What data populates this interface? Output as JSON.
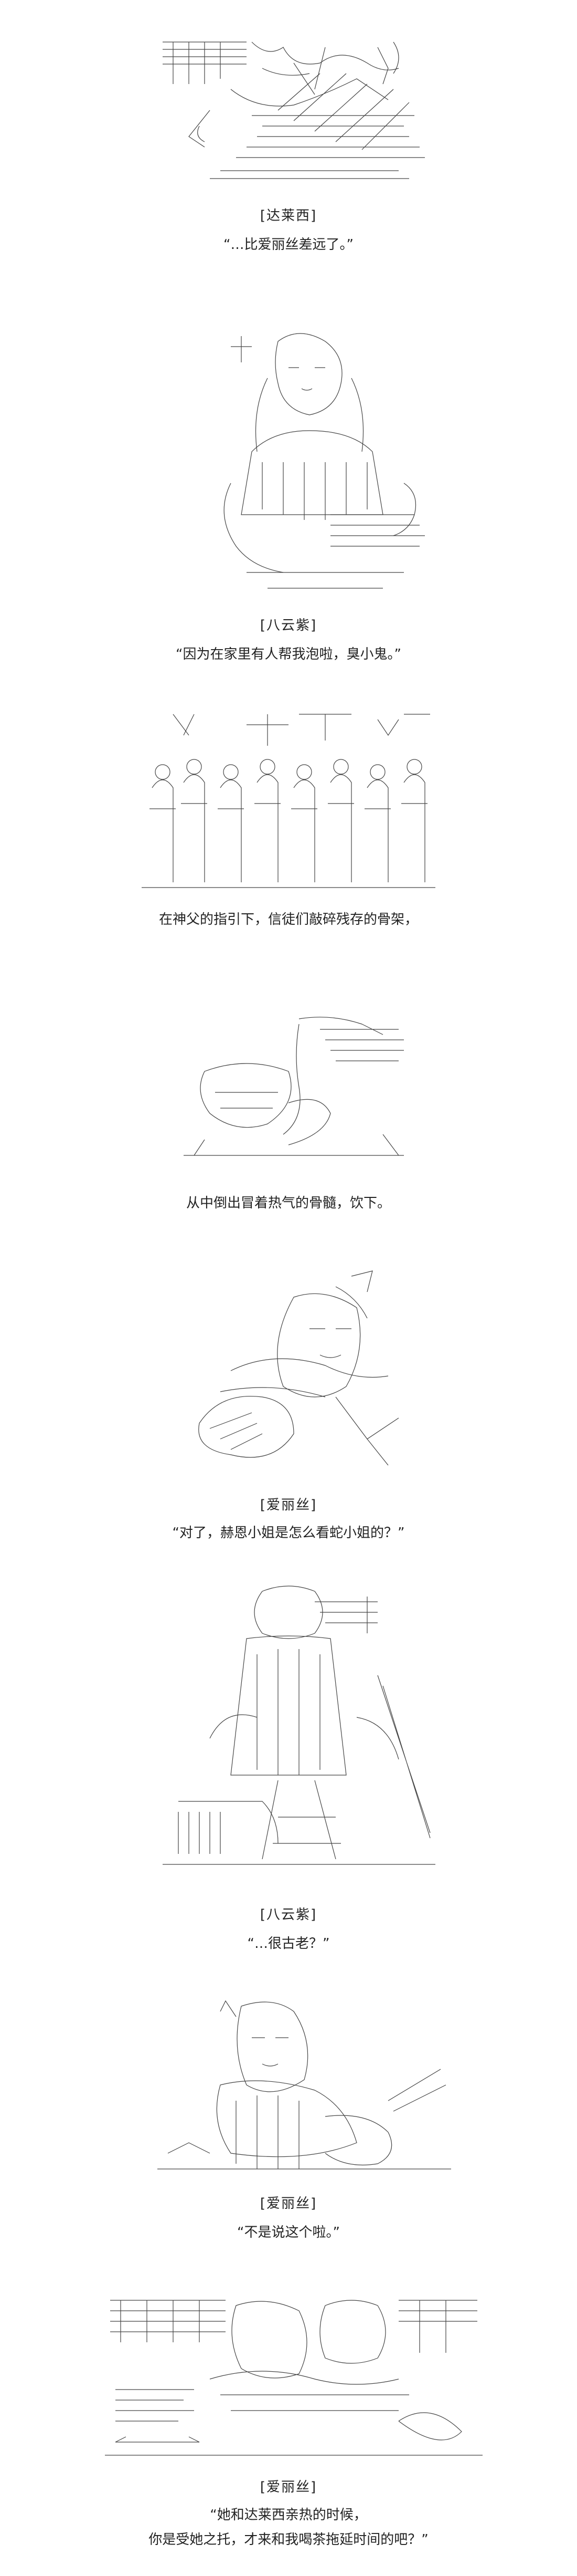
{
  "panels": [
    {
      "art_name": "ascii-art-darcy-lake",
      "speaker": "[达莱西]",
      "lines": [
        "“…比爱丽丝差远了。”"
      ]
    },
    {
      "art_name": "ascii-art-yukari-sitting",
      "speaker": "[八云紫]",
      "lines": [
        "“因为在家里有人帮我泡啦，臭小鬼。”"
      ]
    },
    {
      "art_name": "ascii-art-crowd-of-people",
      "speaker": "",
      "lines": [
        "在神父的指引下，信徒们敲碎残存的骨架，"
      ]
    },
    {
      "art_name": "ascii-art-drinking-tea",
      "speaker": "",
      "lines": [
        "从中倒出冒着热气的骨髓，饮下。"
      ]
    },
    {
      "art_name": "ascii-art-alice-hand",
      "speaker": "[爱丽丝]",
      "lines": [
        "“对了，赫恩小姐是怎么看蛇小姐的？”"
      ]
    },
    {
      "art_name": "ascii-art-yukari-sweeping",
      "speaker": "[八云紫]",
      "lines": [
        "“…很古老？”"
      ]
    },
    {
      "art_name": "ascii-art-alice-with-cup",
      "speaker": "[爱丽丝]",
      "lines": [
        "“不是说这个啦。”"
      ]
    },
    {
      "art_name": "ascii-art-library-scene",
      "speaker": "[爱丽丝]",
      "lines": [
        "“她和达莱西亲热的时候，",
        "你是受她之托，才来和我喝茶拖延时间的吧？”"
      ]
    }
  ],
  "colors": {
    "ink": "#333333",
    "background": "#ffffff"
  }
}
